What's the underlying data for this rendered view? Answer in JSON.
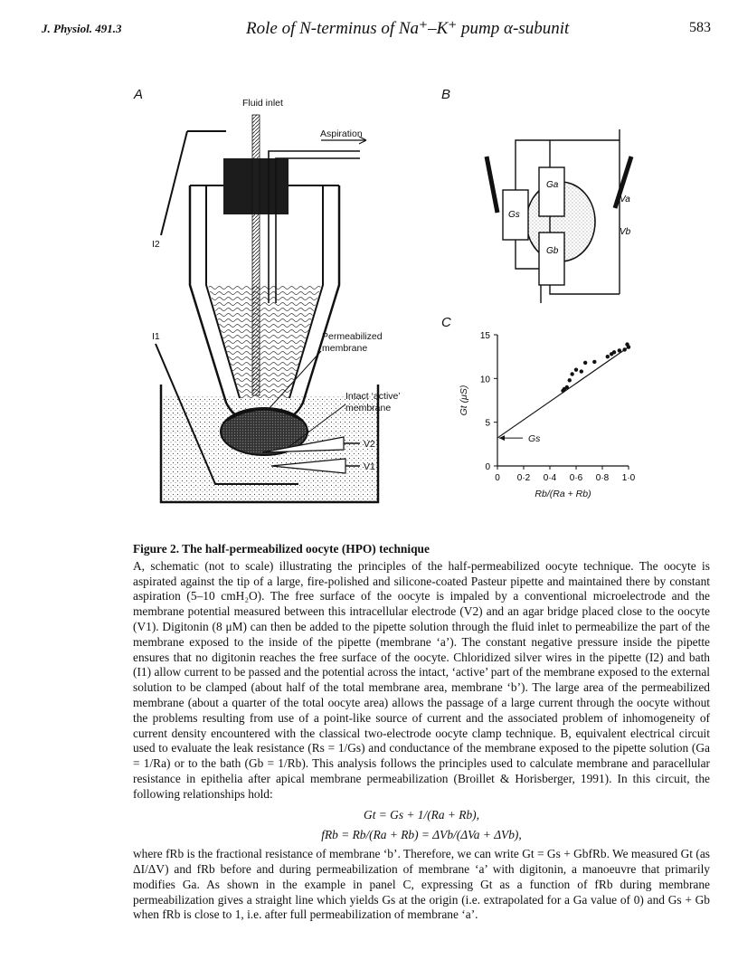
{
  "header": {
    "journal": "J. Physiol. 491.3",
    "title": "Role of N-terminus of Na⁺–K⁺ pump α-subunit",
    "page": "583"
  },
  "figure": {
    "panel_a": {
      "letter": "A",
      "labels": {
        "fluid_inlet": "Fluid inlet",
        "aspiration": "Aspiration",
        "i2": "I2",
        "i1": "I1",
        "permeabilized_1": "Permeabilized",
        "permeabilized_2": "membrane",
        "intact_1": "Intact ‘active’",
        "intact_2": "membrane",
        "v2": "V2",
        "v1": "V1"
      }
    },
    "panel_b": {
      "letter": "B",
      "labels": {
        "ga": "Ga",
        "gs": "Gs",
        "gb": "Gb",
        "va": "Va",
        "vb": "Vb"
      }
    },
    "panel_c": {
      "letter": "C",
      "gs_label": "Gs",
      "chart_data": {
        "type": "scatter",
        "xlabel": "Rb/(Ra + Rb)",
        "ylabel": "Gt (μS)",
        "xlim": [
          0,
          1.0
        ],
        "ylim": [
          0,
          15
        ],
        "xticks": [
          "0",
          "0·2",
          "0·4",
          "0·6",
          "0·8",
          "1·0"
        ],
        "yticks": [
          "0",
          "5",
          "10",
          "15"
        ],
        "points": [
          [
            0.5,
            8.6
          ],
          [
            0.51,
            8.8
          ],
          [
            0.53,
            9.0
          ],
          [
            0.55,
            9.8
          ],
          [
            0.57,
            10.5
          ],
          [
            0.6,
            11.0
          ],
          [
            0.64,
            10.8
          ],
          [
            0.67,
            11.8
          ],
          [
            0.74,
            11.9
          ],
          [
            0.84,
            12.5
          ],
          [
            0.87,
            12.8
          ],
          [
            0.89,
            13.0
          ],
          [
            0.93,
            13.2
          ],
          [
            0.97,
            13.3
          ],
          [
            0.99,
            13.9
          ],
          [
            1.0,
            13.6
          ]
        ],
        "fit_line": {
          "intercept": 3.2,
          "slope": 10.4
        },
        "annotation": "Gs"
      }
    }
  },
  "caption": {
    "title": "Figure 2. The half-permeabilized oocyte (HPO) technique",
    "para1": "A, schematic (not to scale) illustrating the principles of the half-permeabilized oocyte technique. The oocyte is aspirated against the tip of a large, fire-polished and silicone-coated Pasteur pipette and maintained there by constant aspiration (5–10 cmH₂O). The free surface of the oocyte is impaled by a conventional microelectrode and the membrane potential measured between this intracellular electrode (V2) and an agar bridge placed close to the oocyte (V1). Digitonin (8 μM) can then be added to the pipette solution through the fluid inlet to permeabilize the part of the membrane exposed to the inside of the pipette (membrane ‘a’). The constant negative pressure inside the pipette ensures that no digitonin reaches the free surface of the oocyte. Chloridized silver wires in the pipette (I2) and bath (I1) allow current to be passed and the potential across the intact, ‘active’ part of the membrane exposed to the external solution to be clamped (about half of the total membrane area, membrane ‘b’). The large area of the permeabilized membrane (about a quarter of the total oocyte area) allows the passage of a large current through the oocyte without the problems resulting from use of a point-like source of current and the associated problem of inhomogeneity of current density encountered with the classical two-electrode oocyte clamp technique. B, equivalent electrical circuit used to evaluate the leak resistance (Rs = 1/Gs) and conductance of the membrane exposed to the pipette solution (Ga = 1/Ra) or to the bath (Gb = 1/Rb). This analysis follows the principles used to calculate membrane and paracellular resistance in epithelia after apical membrane permeabilization (Broillet & Horisberger, 1991). In this circuit, the following relationships hold:",
    "eq1": "Gt = Gs + 1/(Ra + Rb),",
    "eq2": "fRb = Rb/(Ra + Rb) = ΔVb/(ΔVa + ΔVb),",
    "para2": "where fRb is the fractional resistance of membrane ‘b’. Therefore, we can write Gt = Gs + GbfRb. We measured Gt (as ΔI/ΔV) and fRb before and during permeabilization of membrane ‘a’ with digitonin, a manoeuvre that primarily modifies Ga. As shown in the example in panel C, expressing Gt as a function of fRb during membrane permeabilization gives a straight line which yields Gs at the origin (i.e. extrapolated for a Ga value of 0) and Gs + Gb when fRb is close to 1, i.e. after full permeabilization of membrane ‘a’."
  }
}
